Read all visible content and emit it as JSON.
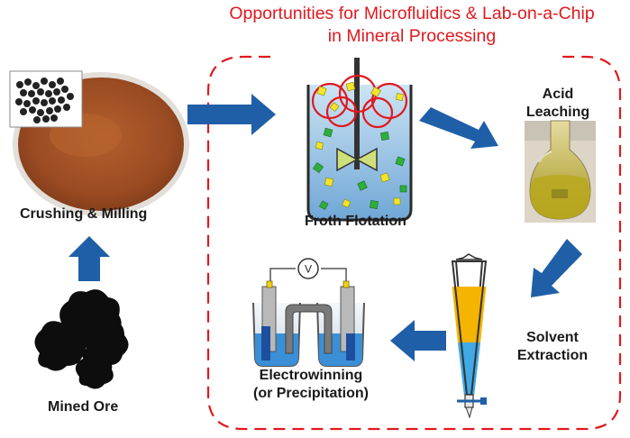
{
  "title": {
    "line1": "Opportunities for Microfluidics & Lab-on-a-Chip",
    "line2": "in Mineral Processing"
  },
  "steps": {
    "mined_ore": "Mined Ore",
    "crushing": "Crushing & Milling",
    "flotation": "Froth Flotation",
    "leaching_line1": "Acid",
    "leaching_line2": "Leaching",
    "solvent_line1": "Solvent",
    "solvent_line2": "Extraction",
    "electro_line1": "Electrowinning",
    "electro_line2": "(or Precipitation)"
  },
  "meter_symbol": "V",
  "flask_marking": "",
  "colors": {
    "title_red": "#e0191e",
    "arrow_blue": "#1f5fa8",
    "ore_brown": "#a4532a",
    "funnel_yellow": "#f4b400",
    "funnel_blue": "#41a9e6",
    "flask_liquid": "#c8bb2a"
  },
  "icons": [
    "ore-pellets-icon",
    "ore-powder-dish-icon",
    "mined-ore-rocks-icon",
    "flotation-tank-icon",
    "leaching-flask-icon",
    "separatory-funnel-icon",
    "electrowinning-cell-icon"
  ]
}
